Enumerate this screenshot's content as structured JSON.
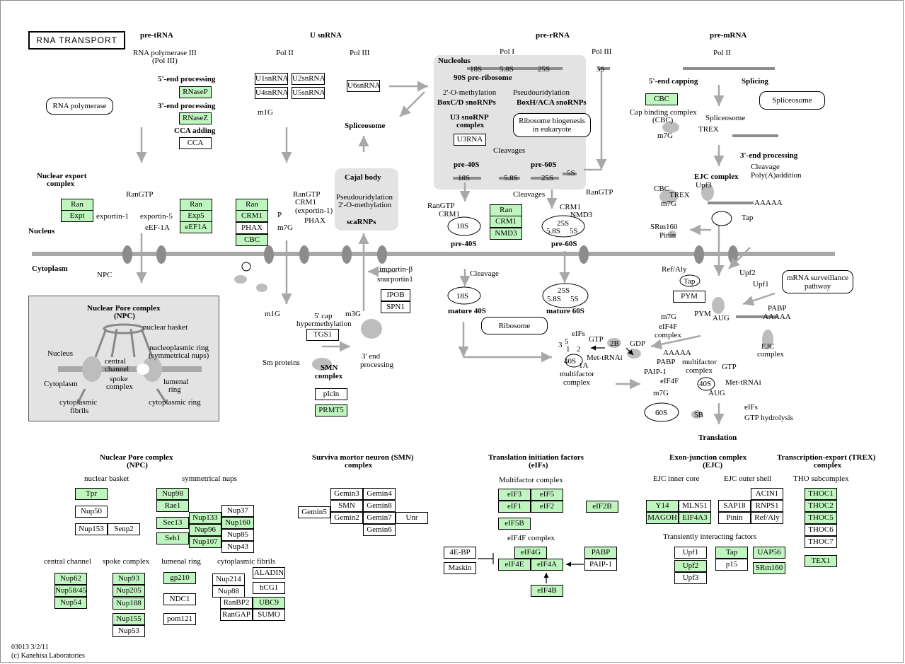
{
  "title": "RNA TRANSPORT",
  "footer": {
    "code": "03013 3/2/11",
    "copyright": "(c) Kanehisa Laboratories"
  },
  "sections": {
    "pre_trna": "pre-tRNA",
    "u_snrna": "U snRNA",
    "pre_rrna": "pre-rRNA",
    "pre_mrna": "pre-mRNA"
  },
  "labels": {
    "rna_pol3": "RNA polymerase III",
    "rna_pol3_sub": "(Pol III)",
    "five_end_processing": "5'-end processing",
    "three_end_processing": "3'-end processing",
    "cca_adding": "CCA adding",
    "pol2_a": "Pol II",
    "pol3_a": "Pol III",
    "pol1": "Pol I",
    "pol3_b": "Pol III",
    "pol2_b": "Pol II",
    "nucleolus": "Nucleolus",
    "pre90s": "90S pre-ribosome",
    "methylation": "2'-O-methylation",
    "boxcd": "BoxC/D snoRNPs",
    "pseudouridylation": "Pseudouridylation",
    "boxhaca": "BoxH/ACA snoRNPs",
    "u3_snornp": "U3 snoRNP",
    "complex": "complex",
    "cleavages_a": "Cleavages",
    "pre40s_a": "pre-40S",
    "pre60s_a": "pre-60S",
    "s18_a": "18S",
    "s58_a": "5.8S",
    "s25_a": "25S",
    "s5_a": "5S",
    "s18_top": "18S",
    "s58_top": "5.8S",
    "s25_top": "25S",
    "s5_top": "5S",
    "spliceosome_label": "Spliceosome",
    "m1g_a": "m1G",
    "cajal_body": "Cajal body",
    "cajal_l1": "Pseudouridylation",
    "cajal_l2": "2'-O-methylation",
    "scarnps": "scaRNPs",
    "five_capping": "5'-end capping",
    "splicing": "Splicing",
    "cap_binding": "Cap binding complex",
    "cbc_paren": "(CBC)",
    "spliceosome_b": "Spliceosome",
    "trex": "TREX",
    "m7g_a": "m7G",
    "three_end_proc_b": "3'-end processing",
    "cleavage": "Cleavage",
    "polyA_add": "Poly(A)addition",
    "ejc_complex": "EJC complex",
    "upf3": "Upf3",
    "cbc_small": "CBC",
    "trex_small": "TREX",
    "m7g_b": "m7G",
    "aaaaa_a": "AAAAA",
    "tap_a": "Tap",
    "srm160_pinin": "SRm160",
    "pinin": "Pinin",
    "nuclear_export": "Nuclear export",
    "nuclear_export2": "complex",
    "nucleus": "Nucleus",
    "cytoplasm": "Cytoplasm",
    "rangtp_a": "RanGTP",
    "exportin1": "exportin-1",
    "exportin5": "exportin-5",
    "eef1a": "eEF-1A",
    "rangtp_b": "RanGTP",
    "crm1_exp": "CRM1",
    "exportin1_paren": "(exportin-1)",
    "p_label": "P",
    "phax_label": "PHAX",
    "m7g_c": "m7G",
    "rangtp_c": "RanGTP",
    "crm1_b": "CRM1",
    "s18_b": "18S",
    "pre40s_b": "pre-40S",
    "cleavages_b": "Cleavages",
    "rangtp_d": "RanGTP",
    "crm1_c": "CRM1",
    "nmd3_c": "NMD3",
    "s25_b": "25S",
    "s58_b": "5.8S",
    "s5_b": "5S",
    "pre60s_b": "pre-60S",
    "npc": "NPC",
    "importin": "importin-β",
    "snurportin": "snurportin1",
    "cleavage_b": "Cleavage",
    "s18_c": "18S",
    "mature40s": "mature 40S",
    "s25_c": "25S",
    "s58_c": "5.8S",
    "s5_c": "5S",
    "mature60s": "mature 60S",
    "refaly": "Ref/Aly",
    "tap_b": "Tap",
    "upf2": "Upf2",
    "upf1": "Upf1",
    "m7g_d": "m7G",
    "pym": "PYM",
    "aug_a": "AUG",
    "pabp_a": "PABP",
    "aaaaa_b": "AAAAA",
    "eif4f_complex": "eIF4F",
    "eif4f_complex2": "complex",
    "ejc_label": "EJC",
    "ejc_label2": "complex",
    "m1g_b": "m1G",
    "m3g": "m3G",
    "five_cap": "5' cap",
    "hypermeth": "hypermethylation",
    "three_end_b": "3' end",
    "processing": "processing",
    "sm_proteins": "Sm proteins",
    "smn": "SMN",
    "smn2": "complex",
    "eifs": "eIFs",
    "gtp_a": "GTP",
    "n3": "3",
    "n5": "5",
    "n1": "1",
    "n2": "2",
    "n1a": "1A",
    "n2b": "2B",
    "gdp": "GDP",
    "met_trnai": "Met-tRNAi",
    "s40_a": "40S",
    "multifactor": "multifactor",
    "multifactor2": "complex",
    "aaaaa_c": "AAAAA",
    "pabp_b": "PABP",
    "multifactor_b": "multifactor",
    "complex_b": "complex",
    "gtp_b": "GTP",
    "paip1": "PAIP-1",
    "eif4f_b": "eIF4F",
    "met_trnai_b": "Met-tRNAi",
    "s40_b": "40S",
    "m7g_e": "m7G",
    "aug_b": "AUG",
    "s60": "60S",
    "s5b": "5B",
    "eifs_b": "eIFs",
    "gtp_hydro": "GTP hydrolysis",
    "translation": "Translation",
    "npc_box_title": "Nuclear Pore complex",
    "npc_box_sub": "(NPC)",
    "nuclear_basket": "nuclear basket",
    "nucleus_b": "Nucleus",
    "nucleoplasmic_ring": "nucleoplasmic ring",
    "symmetrical_nups_paren": "(symmetrical nups)",
    "central": "central",
    "channel": "channel",
    "spoke": "spoke",
    "spoke_complex": "complex",
    "cytoplasm_b": "Cytoplasm",
    "lumenal": "lumenal",
    "ring": "ring",
    "cytoplasmic_ring": "cytoplasmic ring",
    "cytoplasmic": "cytoplasmic",
    "fibrils": "fibrils"
  },
  "ovals": {
    "rna_polymerase": "RNA polymerase",
    "spliceosome": "Spliceosome",
    "ribosome_biogenesis": "Ribosome biogenesis",
    "ribosome_biogenesis2": "in eukaryote",
    "ribosome": "Ribosome",
    "mrna_surveillance": "mRNA surveillance",
    "mrna_surveillance2": "pathway"
  },
  "boxes": {
    "rnasep": "RNaseP",
    "rnasez": "RNaseZ",
    "cca": "CCA",
    "u1": "U1snRNA",
    "u2": "U2snRNA",
    "u4": "U4snRNA",
    "u5": "U5snRNA",
    "u6": "U6snRNA",
    "u3rna": "U3RNA",
    "cbc_top": "CBC",
    "ran_a": "Ran",
    "expt": "Expt",
    "ran_b": "Ran",
    "exp5": "Exp5",
    "eef1a": "eEF1A",
    "ran_c": "Ran",
    "crm1_c": "CRM1",
    "phax": "PHAX",
    "cbc_c": "CBC",
    "ran_d": "Ran",
    "crm1_d": "CRM1",
    "nmd3_d": "NMD3",
    "ipob": "IPOB",
    "spn1": "SPN1",
    "tgs1": "TGS1",
    "picln": "pIcln",
    "prmt5": "PRMT5",
    "pym": "PYM"
  },
  "legend": {
    "npc": {
      "title": "Nuclear Pore complex",
      "subtitle": "(NPC)",
      "nuclear_basket": "nuclear basket",
      "symmetrical_nups": "symmetrical nups",
      "central_channel": "central channel",
      "spoke_complex": "spoke complex",
      "lumenal_ring": "lumenal ring",
      "cytoplasmic_fibrils": "cytoplasmic fibrils",
      "tpr": "Tpr",
      "nup50": "Nup50",
      "nup153": "Nup153",
      "senp2": "Senp2",
      "nup98": "Nup98",
      "rae1": "Rae1",
      "sec13": "Sec13",
      "seh1": "Seh1",
      "nup133": "Nup133",
      "nup96": "Nup96",
      "nup107": "Nup107",
      "nup37": "Nup37",
      "nup160": "Nup160",
      "nup85": "Nup85",
      "nup43": "Nup43",
      "nup62": "Nup62",
      "nup5845": "Nup58/45",
      "nup54": "Nup54",
      "nup93": "Nup93",
      "nup205": "Nup205",
      "nup188": "Nup188",
      "nup155": "Nup155",
      "nup53": "Nup53",
      "gp210": "gp210",
      "ndc1": "NDC1",
      "pom121": "pom121",
      "nup214": "Nup214",
      "nup88": "Nup88",
      "aladin": "ALADIN",
      "hcg1": "hCG1",
      "ranbp2": "RanBP2",
      "ubc9": "UBC9",
      "rangap": "RanGAP",
      "sumo": "SUMO"
    },
    "smn": {
      "title": "Surviva mortor neuron (SMN)",
      "subtitle": "complex",
      "gemin3": "Gemin3",
      "gemin4": "Gemin4",
      "smn": "SMN",
      "gemin8": "Gemin8",
      "gemin5": "Gemin5",
      "gemin2": "Gemin2",
      "gemin7": "Gemin7",
      "unr": "Unr",
      "gemin6": "Gemin6"
    },
    "eifs": {
      "title": "Translation initiation factors",
      "subtitle": "(eIFs)",
      "multifactor": "Multifactor complex",
      "eif3": "eIF3",
      "eif5": "eIF5",
      "eif1": "eIF1",
      "eif2": "eIF2",
      "eif2b": "eIF2B",
      "eif5b": "eIF5B",
      "eif4f_complex": "eIF4F complex",
      "eif4g": "eIF4G",
      "eif4e": "eIF4E",
      "eif4a": "eIF4A",
      "pabp": "PABP",
      "paip1": "PAIP-1",
      "fourebp": "4E-BP",
      "maskin": "Maskin",
      "eif4b": "eIF4B"
    },
    "ejc": {
      "title": "Exon-junction complex",
      "subtitle": "(EJC)",
      "inner_core": "EJC inner core",
      "outer_shell": "EJC outer shell",
      "y14": "Y14",
      "mln51": "MLN51",
      "magoh": "MAGOH",
      "eif4a3": "EIF4A3",
      "sap18": "SAP18",
      "acin1": "ACIN1",
      "rnps1": "RNPS1",
      "pinin": "Pinin",
      "refaly": "Ref/Aly",
      "transient": "Transiently interacting factors",
      "upf1": "Upf1",
      "upf2": "Upf2",
      "upf3": "Upf3",
      "tap": "Tap",
      "p15": "p15",
      "uap56": "UAP56",
      "srm160": "SRm160"
    },
    "trex": {
      "title": "Transcription-export (TREX)",
      "subtitle": "complex",
      "tho": "THO subcomplex",
      "thoc1": "THOC1",
      "thoc2": "THOC2",
      "thoc5": "THOC5",
      "thoc6": "THOC6",
      "thoc7": "THOC7",
      "tex1": "TEX1"
    }
  },
  "colors": {
    "gene_fill": "#bff5bf",
    "shade": "#e3e3e3",
    "membrane": "#a8a8a8"
  }
}
